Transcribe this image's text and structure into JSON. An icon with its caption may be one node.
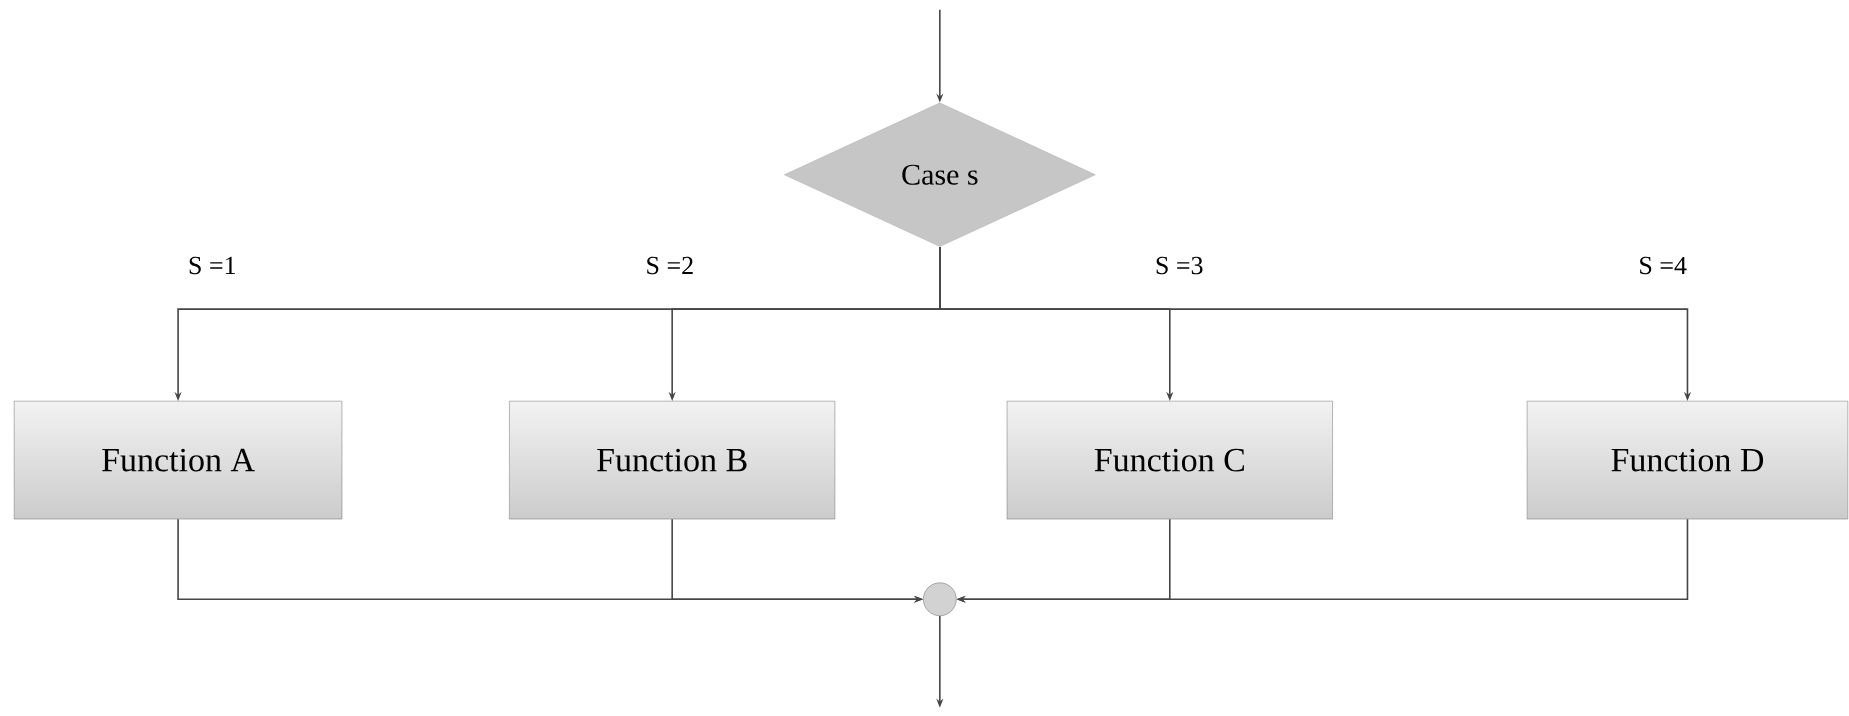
{
  "diagram": {
    "nodes": [
      {
        "text": [
          "Case s"
        ]
      },
      {
        "text": [
          "Function A"
        ]
      },
      {
        "text": [
          "Function B"
        ]
      },
      {
        "text": [
          "Function C"
        ]
      },
      {
        "text": [
          "Function D"
        ]
      },
      {
        "text": [],
        "shape": "circle"
      }
    ],
    "edges": [
      {
        "from": null,
        "to": 0,
        "arrow": "to"
      },
      {
        "from": 0,
        "to": 1,
        "arrow": "to",
        "label": "S =1"
      },
      {
        "from": 0,
        "to": 2,
        "arrow": "to",
        "label": "S =2"
      },
      {
        "from": 0,
        "to": 3,
        "arrow": "to",
        "label": "S =3"
      },
      {
        "from": 0,
        "to": 4,
        "arrow": "to",
        "label": "S =4"
      },
      {
        "from": 1,
        "to": 5,
        "arrow": "to"
      },
      {
        "from": 2,
        "to": 5,
        "arrow": "to"
      },
      {
        "from": 3,
        "to": 5,
        "arrow": "to"
      },
      {
        "from": 4,
        "to": 5,
        "arrow": "to"
      },
      {
        "from": 5,
        "to": null,
        "arrow": "to"
      }
    ]
  }
}
